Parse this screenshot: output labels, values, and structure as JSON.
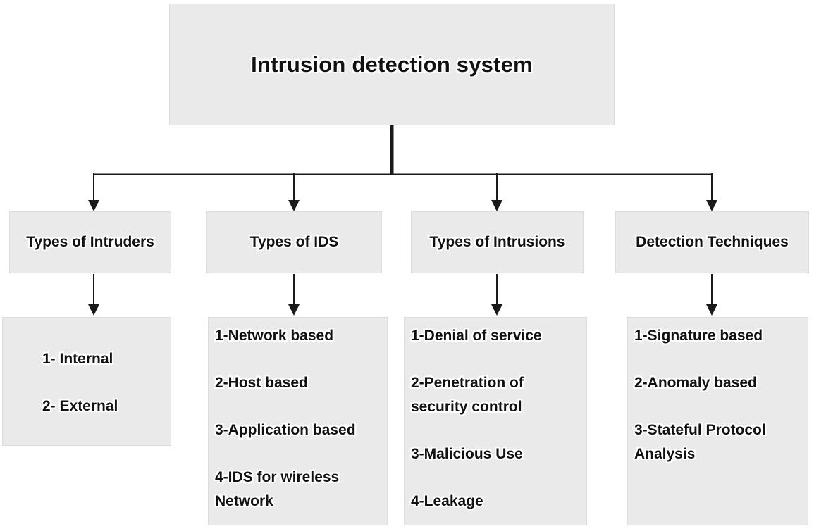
{
  "root": {
    "title": "Intrusion detection system"
  },
  "branches": [
    {
      "title": "Types of Intruders",
      "items": [
        "1- Internal",
        "2- External"
      ]
    },
    {
      "title": "Types of IDS",
      "items": [
        "1-Network based",
        "2-Host based",
        "3-Application based",
        "4-IDS for wireless Network"
      ]
    },
    {
      "title": "Types of Intrusions",
      "items": [
        "1-Denial of service",
        "2-Penetration of security control",
        "3-Malicious Use",
        "4-Leakage"
      ]
    },
    {
      "title": "Detection Techniques",
      "items": [
        "1-Signature based",
        "2-Anomaly based",
        "3-Stateful Protocol Analysis"
      ]
    }
  ],
  "colors": {
    "box_fill": "#eaeaea",
    "box_border": "#dcdcdc",
    "line": "#1a1a1a",
    "text": "#111111",
    "background": "#ffffff"
  }
}
